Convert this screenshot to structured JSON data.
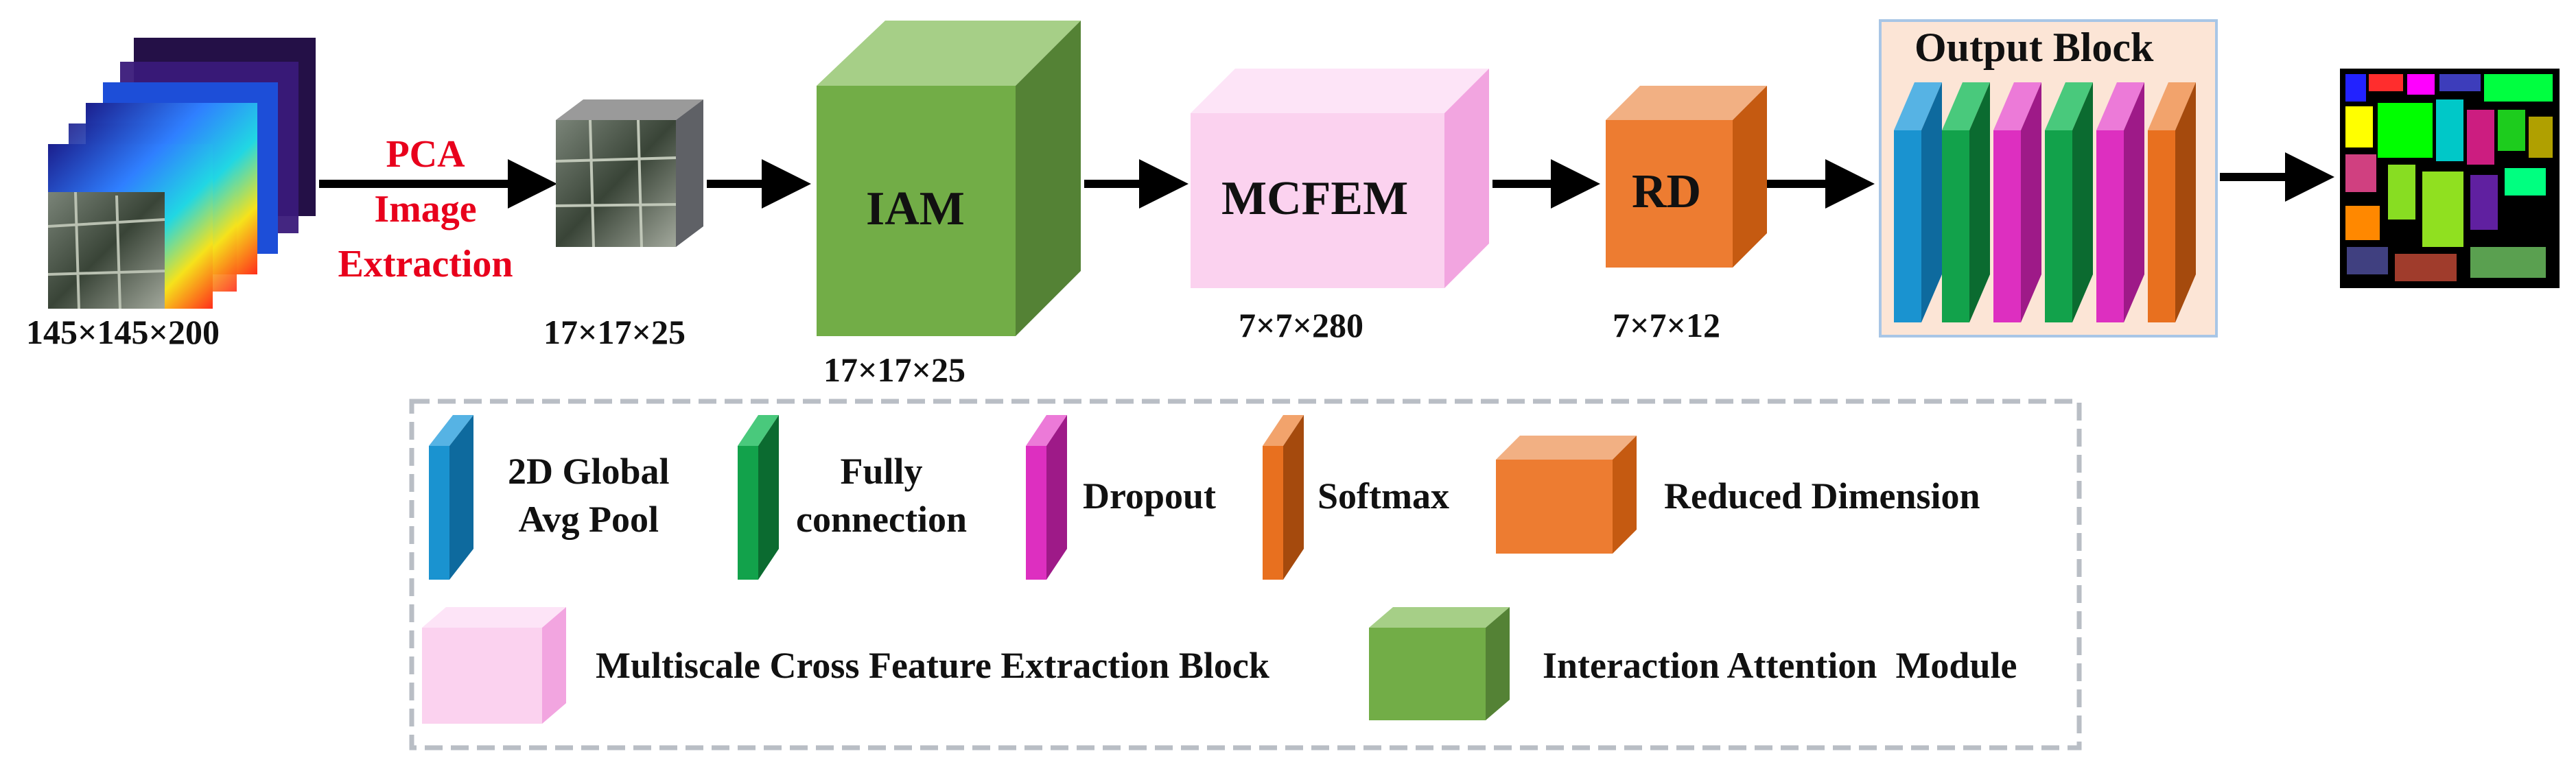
{
  "pipeline": {
    "pca_lines": [
      "PCA",
      "Image",
      "Extraction"
    ],
    "input_dims": "145×145×200",
    "patch_dims": "17×17×25",
    "iam_label": "IAM",
    "iam_dims": "17×17×25",
    "mcfem_label": "MCFEM",
    "mcfem_dims": "7×7×280",
    "rd_label": "RD",
    "rd_dims": "7×7×12",
    "output_title": "Output Block"
  },
  "legend": {
    "pool": [
      "2D Global",
      "Avg Pool"
    ],
    "fc": [
      "Fully",
      "connection"
    ],
    "dropout": "Dropout",
    "softmax": "Softmax",
    "reduced": "Reduced Dimension",
    "mcfeb": "Multiscale Cross Feature Extraction Block",
    "iam": "Interaction Attention  Module"
  },
  "colors": {
    "text_red": "#e8001c",
    "iam_green": "#72ad47",
    "mcfem_pink": "#fbd2ef",
    "rd_orange": "#ed7c31",
    "pool_blue": "#1a93d0",
    "fc_green": "#12a24b",
    "dropout_magenta": "#dd2fc0",
    "softmax_orange": "#e8701f",
    "output_bg": "#fce5d6"
  }
}
